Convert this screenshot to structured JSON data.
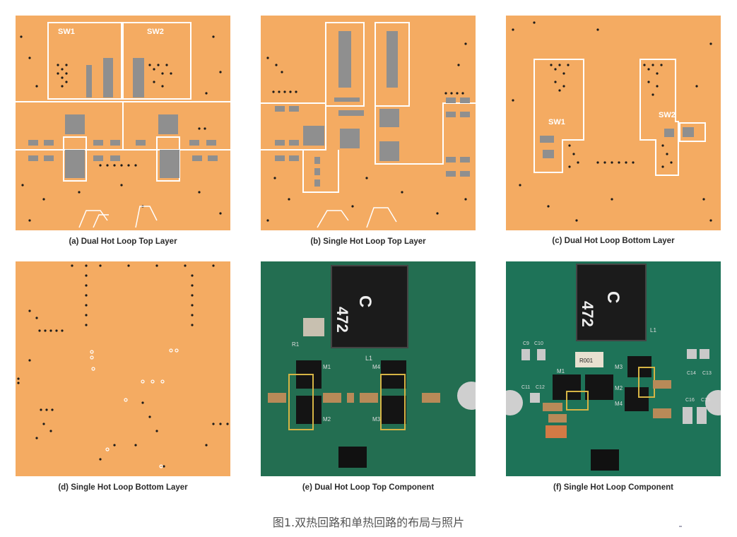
{
  "captions": [
    "(a) Dual Hot Loop Top Layer",
    "(b) Single Hot Loop Top Layer",
    "(c) Dual Hot Loop Bottom Layer",
    "(d) Single Hot Loop Bottom Layer",
    "(e) Dual Hot Loop Top Component",
    "(f) Single Hot Loop Component"
  ],
  "panel_a": {
    "sw1": "SW1",
    "sw2": "SW2"
  },
  "panel_c": {
    "sw1": "SW1",
    "sw2": "SW2"
  },
  "panel_e": {
    "inductor": "472",
    "logo": "C",
    "l1": "L1",
    "m1": "M1",
    "m2": "M2",
    "m3": "M3",
    "m4": "M4",
    "r1": "R1"
  },
  "panel_f": {
    "inductor": "472",
    "logo": "C",
    "l1": "L1",
    "r": "R001",
    "m1": "M1",
    "m2": "M2",
    "m3": "M3",
    "m4": "M4",
    "c9": "C9",
    "c10": "C10",
    "c11": "C11",
    "c12": "C12",
    "c13": "C13",
    "c14": "C14",
    "c15": "C15",
    "c16": "C16"
  },
  "figure_caption": "图1.双热回路和单热回路的布局与照片",
  "colors": {
    "copper": "#f4ab62",
    "pad": "#8f8f8f",
    "outline": "#ffffff",
    "via": "#1a1a1a",
    "board": "#1a6b4f"
  }
}
